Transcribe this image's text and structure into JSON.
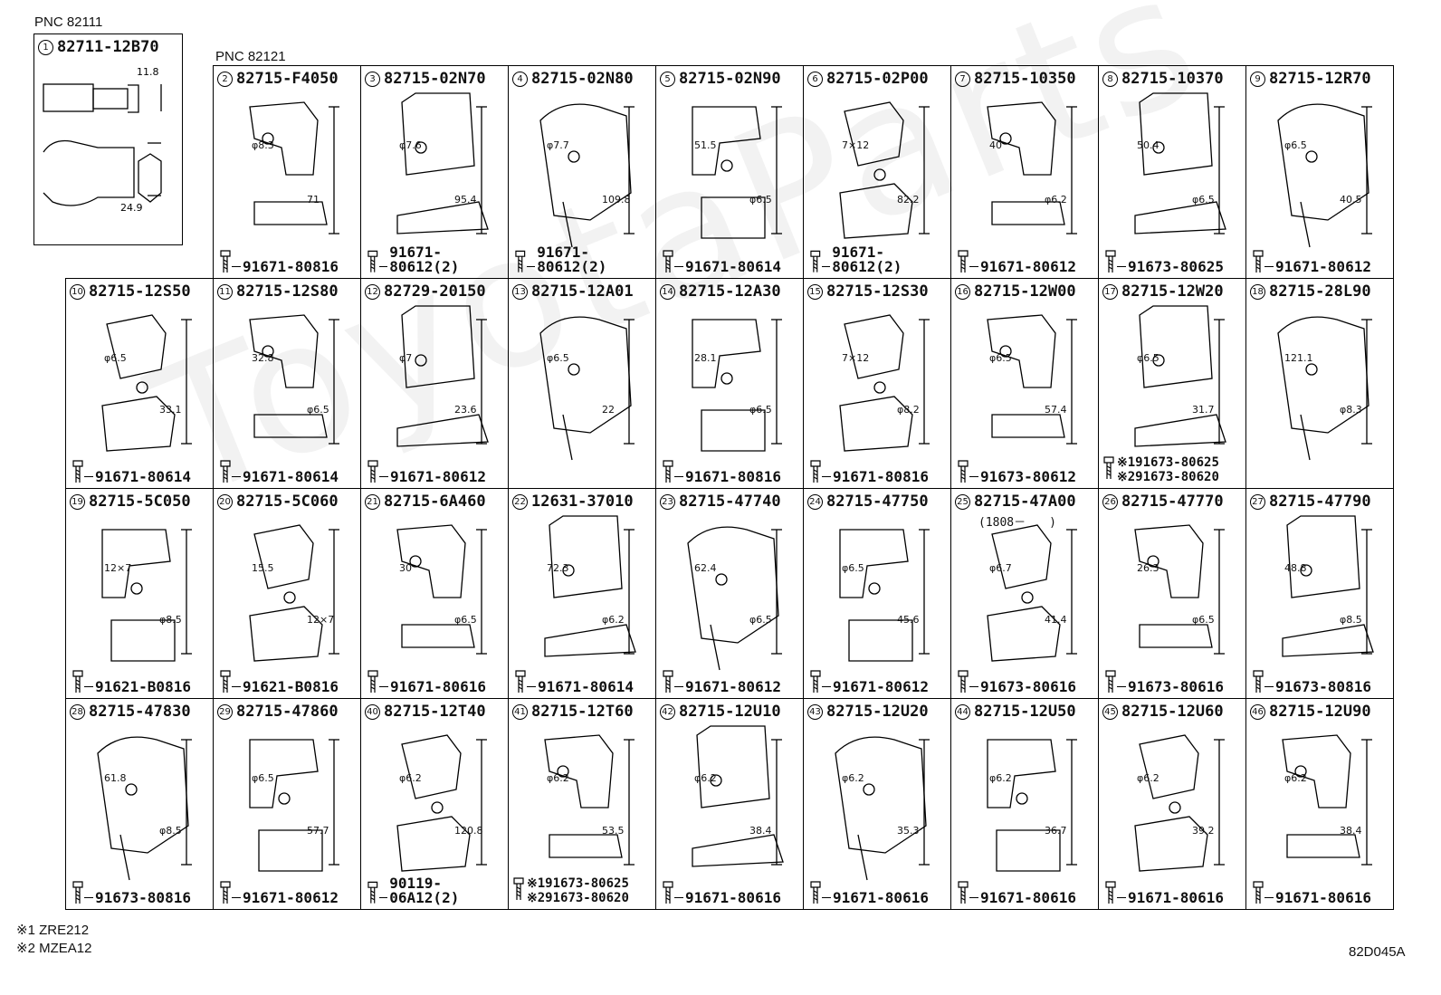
{
  "pnc_top": "PNC 82111",
  "pnc_grid": "PNC 82121",
  "watermark": "ToyotaParts",
  "top_part": {
    "num": "1",
    "part": "82711-12B70",
    "dims": [
      "11.8",
      "24.9"
    ]
  },
  "footnotes": [
    "※1 ZRE212",
    "※2 MZEA12"
  ],
  "ref_code": "82D045A",
  "rows": [
    [
      {
        "num": "2",
        "part": "82715-F4050",
        "bolt": "91671-80816",
        "dims": [
          "φ8.3",
          "71"
        ]
      },
      {
        "num": "3",
        "part": "82715-02N70",
        "bolt": "91671-80612(2)",
        "dims": [
          "φ7.6",
          "95.4"
        ]
      },
      {
        "num": "4",
        "part": "82715-02N80",
        "bolt": "91671-80612(2)",
        "dims": [
          "φ7.7",
          "109.8"
        ]
      },
      {
        "num": "5",
        "part": "82715-02N90",
        "bolt": "91671-80614",
        "dims": [
          "51.5",
          "φ6.5"
        ]
      },
      {
        "num": "6",
        "part": "82715-02P00",
        "bolt": "91671-80612(2)",
        "dims": [
          "7×12",
          "82.2"
        ]
      },
      {
        "num": "7",
        "part": "82715-10350",
        "bolt": "91671-80612",
        "dims": [
          "40",
          "φ6.2"
        ]
      },
      {
        "num": "8",
        "part": "82715-10370",
        "bolt": "91673-80625",
        "dims": [
          "50.4",
          "φ6.5"
        ]
      },
      {
        "num": "9",
        "part": "82715-12R70",
        "bolt": "91671-80612",
        "dims": [
          "φ6.5",
          "40.5"
        ]
      }
    ],
    [
      {
        "num": "10",
        "part": "82715-12S50",
        "bolt": "91671-80614",
        "dims": [
          "φ6.5",
          "33.1"
        ]
      },
      {
        "num": "11",
        "part": "82715-12S80",
        "bolt": "91671-80614",
        "dims": [
          "32.8",
          "φ6.5"
        ]
      },
      {
        "num": "12",
        "part": "82729-20150",
        "bolt": "91671-80612",
        "dims": [
          "φ7",
          "23.6"
        ]
      },
      {
        "num": "13",
        "part": "82715-12A01",
        "bolt": "",
        "dims": [
          "φ6.5",
          "22"
        ]
      },
      {
        "num": "14",
        "part": "82715-12A30",
        "bolt": "91671-80816",
        "dims": [
          "28.1",
          "φ6.5"
        ]
      },
      {
        "num": "15",
        "part": "82715-12S30",
        "bolt": "91671-80816",
        "dims": [
          "7×12",
          "φ8.2"
        ]
      },
      {
        "num": "16",
        "part": "82715-12W00",
        "bolt": "91673-80612",
        "dims": [
          "φ6.5",
          "57.4"
        ]
      },
      {
        "num": "17",
        "part": "82715-12W20",
        "bolt": "",
        "dims": [
          "φ6.5",
          "31.7"
        ],
        "notes": [
          "※191673-80625",
          "※291673-80620"
        ]
      },
      {
        "num": "18",
        "part": "82715-28L90",
        "bolt": "",
        "dims": [
          "121.1",
          "φ8.3"
        ]
      }
    ],
    [
      {
        "num": "19",
        "part": "82715-5C050",
        "bolt": "91621-B0816",
        "dims": [
          "12×7",
          "φ8.5"
        ]
      },
      {
        "num": "20",
        "part": "82715-5C060",
        "bolt": "91621-B0816",
        "dims": [
          "15.5",
          "12×7"
        ]
      },
      {
        "num": "21",
        "part": "82715-6A460",
        "bolt": "91671-80616",
        "dims": [
          "30",
          "φ6.5"
        ]
      },
      {
        "num": "22",
        "part": "12631-37010",
        "bolt": "91671-80614",
        "dims": [
          "72.3",
          "φ6.2"
        ]
      },
      {
        "num": "23",
        "part": "82715-47740",
        "bolt": "91671-80612",
        "dims": [
          "62.4",
          "φ6.5"
        ]
      },
      {
        "num": "24",
        "part": "82715-47750",
        "bolt": "91671-80612",
        "dims": [
          "φ6.5",
          "45.6"
        ]
      },
      {
        "num": "25",
        "part": "82715-47A00",
        "sub": "(1808－　　)",
        "bolt": "91673-80616",
        "dims": [
          "φ6.7",
          "41.4"
        ]
      },
      {
        "num": "26",
        "part": "82715-47770",
        "bolt": "91673-80616",
        "dims": [
          "26.3",
          "φ6.5"
        ]
      },
      {
        "num": "27",
        "part": "82715-47790",
        "bolt": "91673-80816",
        "dims": [
          "48.8",
          "φ8.5"
        ]
      }
    ],
    [
      {
        "num": "28",
        "part": "82715-47830",
        "bolt": "91673-80816",
        "dims": [
          "61.8",
          "φ8.5"
        ]
      },
      {
        "num": "29",
        "part": "82715-47860",
        "bolt": "91671-80612",
        "dims": [
          "φ6.5",
          "57.7"
        ]
      },
      {
        "num": "40",
        "part": "82715-12T40",
        "bolt": "90119-06A12(2)",
        "dims": [
          "φ6.2",
          "120.8"
        ]
      },
      {
        "num": "41",
        "part": "82715-12T60",
        "bolt": "",
        "dims": [
          "φ6.2",
          "53.5"
        ],
        "notes": [
          "※191673-80625",
          "※291673-80620"
        ]
      },
      {
        "num": "42",
        "part": "82715-12U10",
        "bolt": "91671-80616",
        "dims": [
          "φ6.2",
          "38.4"
        ]
      },
      {
        "num": "43",
        "part": "82715-12U20",
        "bolt": "91671-80616",
        "dims": [
          "φ6.2",
          "35.3"
        ]
      },
      {
        "num": "44",
        "part": "82715-12U50",
        "bolt": "91671-80616",
        "dims": [
          "φ6.2",
          "36.7"
        ]
      },
      {
        "num": "45",
        "part": "82715-12U60",
        "bolt": "91671-80616",
        "dims": [
          "φ6.2",
          "39.2"
        ]
      },
      {
        "num": "46",
        "part": "82715-12U90",
        "bolt": "91671-80616",
        "dims": [
          "φ6.2",
          "38.4"
        ]
      }
    ]
  ]
}
